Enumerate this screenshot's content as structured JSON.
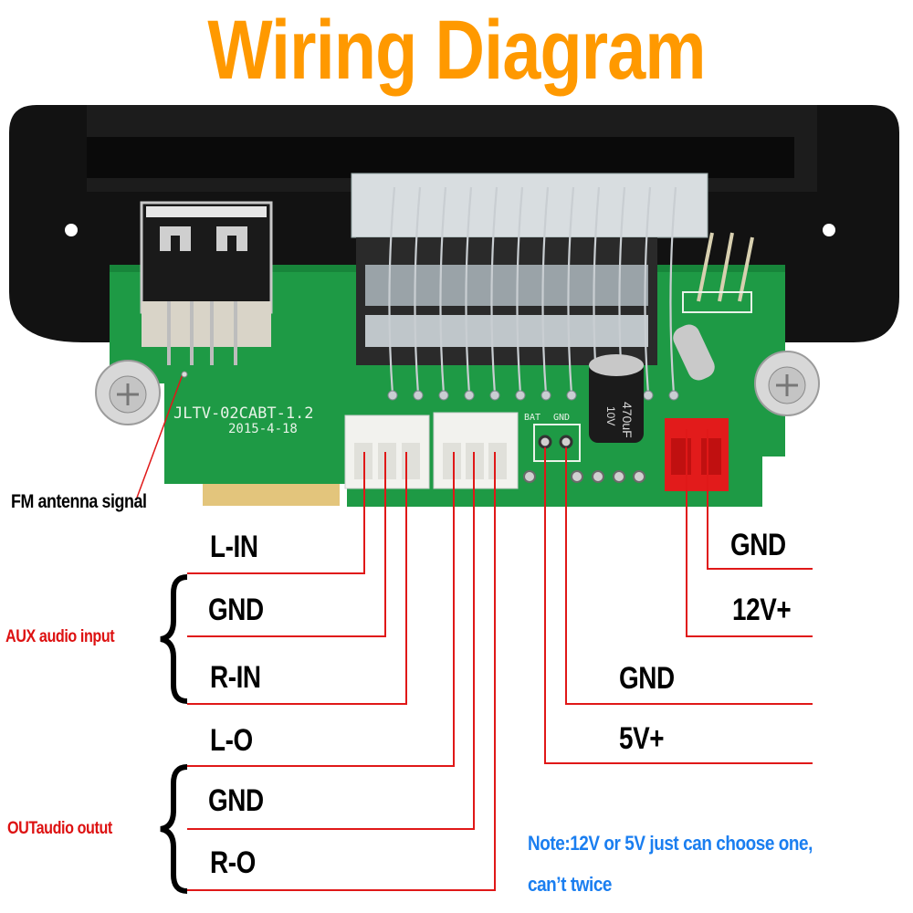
{
  "title": "Wiring Diagram",
  "board": {
    "model": "JLTV-02CABT-1.2",
    "date": "2015-4-18",
    "silkscreen_bat": "BAT",
    "silkscreen_gnd": "GND",
    "capacitor_label": "470uF",
    "capacitor_voltage": "10V"
  },
  "labels": {
    "fm_antenna": "FM antenna signal",
    "aux_group": "AUX audio input",
    "out_group": "OUTaudio outut",
    "aux_pins": [
      "L-IN",
      "GND",
      "R-IN"
    ],
    "out_pins": [
      "L-O",
      "GND",
      "R-O"
    ],
    "power_low": [
      "GND",
      "5V+"
    ],
    "power_high": [
      "GND",
      "12V+"
    ]
  },
  "note": {
    "line1": "Note:12V or 5V just can choose one,",
    "line2": "can’t twice"
  },
  "colors": {
    "title": "#ff9900",
    "wire": "#e01818",
    "group_label": "#dd1111",
    "note": "#1a7ef0",
    "pcb": "#1e9a45",
    "bezel": "#111111"
  }
}
